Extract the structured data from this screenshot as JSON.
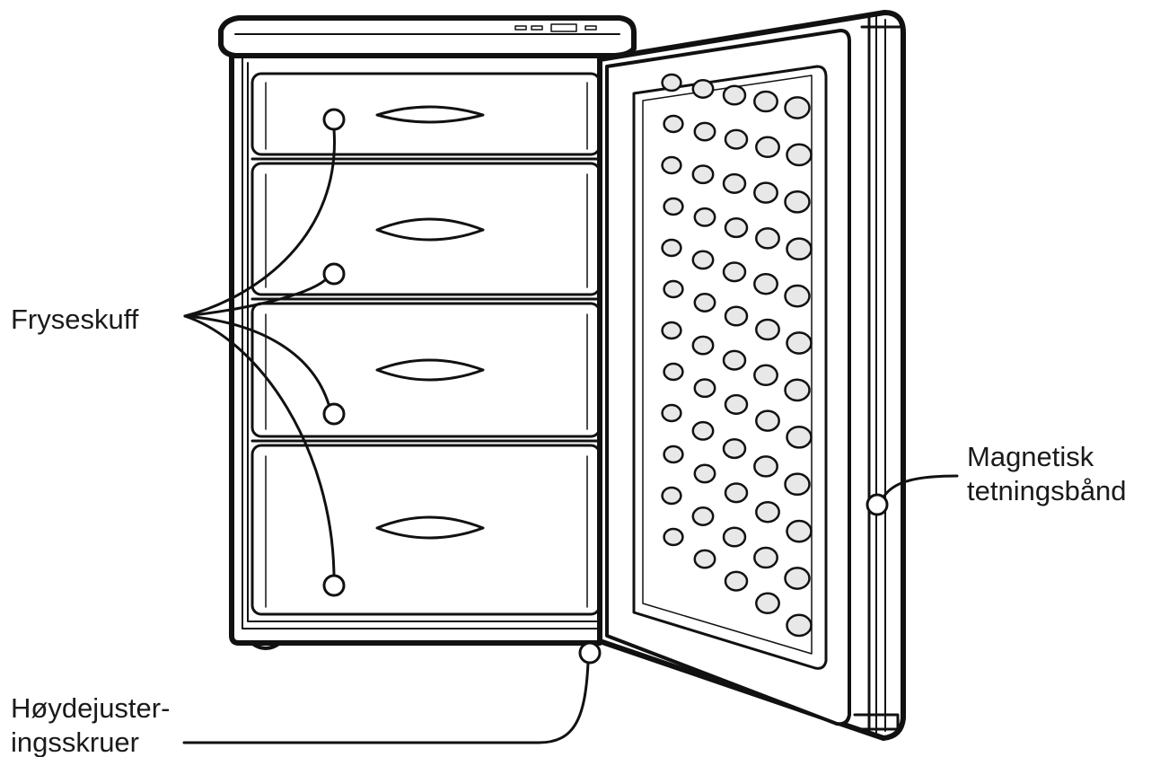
{
  "labels": {
    "drawer": "Fryseskuff",
    "seal_line1": "Magnetisk",
    "seal_line2": "tetningsbånd",
    "screws_line1": "Høydejuster-",
    "screws_line2": "ingsskruer"
  },
  "colors": {
    "stroke": "#111111",
    "fill": "#ffffff",
    "bubble": "#e8e8e8",
    "text": "#1a1a1a"
  }
}
